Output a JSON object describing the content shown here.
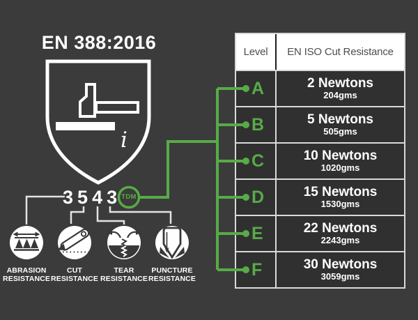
{
  "title": "EN 388:2016",
  "shield": {
    "digits": [
      "3",
      "5",
      "4",
      "3"
    ],
    "info_symbol": "i",
    "tdm_label": "TDM"
  },
  "icons": [
    {
      "name": "abrasion-resistance",
      "label": "ABRASION RESISTANCE"
    },
    {
      "name": "cut-resistance",
      "label": "CUT RESISTANCE"
    },
    {
      "name": "tear-resistance",
      "label": "TEAR RESISTANCE"
    },
    {
      "name": "puncture-resistance",
      "label": "PUNCTURE RESISTANCE"
    }
  ],
  "table": {
    "headers": {
      "level": "Level",
      "resistance": "EN ISO Cut Resistance"
    },
    "rows": [
      {
        "level": "A",
        "newtons": "2 Newtons",
        "grams": "204gms"
      },
      {
        "level": "B",
        "newtons": "5 Newtons",
        "grams": "505gms"
      },
      {
        "level": "C",
        "newtons": "10 Newtons",
        "grams": "1020gms"
      },
      {
        "level": "D",
        "newtons": "15 Newtons",
        "grams": "1530gms"
      },
      {
        "level": "E",
        "newtons": "22 Newtons",
        "grams": "2243gms"
      },
      {
        "level": "F",
        "newtons": "30 Newtons",
        "grams": "3059gms"
      }
    ]
  },
  "colors": {
    "background": "#3b3b3b",
    "cell_background": "#303030",
    "accent_green": "#58ab47",
    "white": "#ffffff",
    "header_text": "#4d4d4d",
    "light_border": "#d9d9d9",
    "dark_divider": "#1d1d1d",
    "connector_light": "#e3e3e3"
  }
}
